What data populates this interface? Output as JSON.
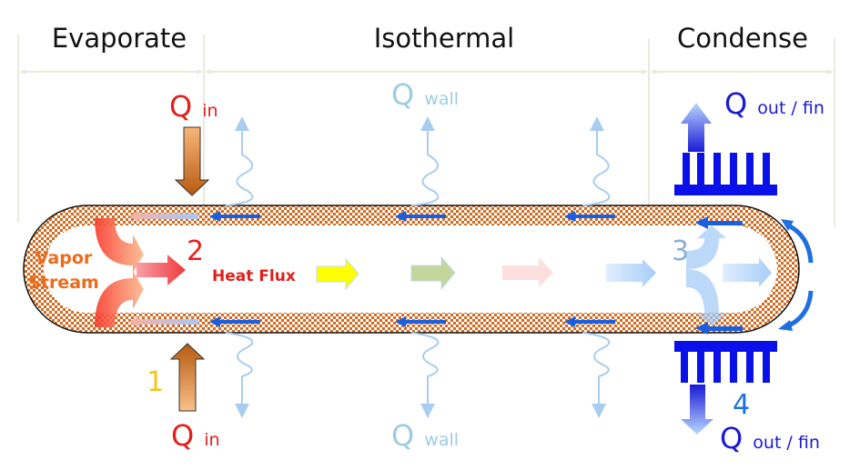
{
  "sections": [
    {
      "label": "Evaporate"
    },
    {
      "label": "Isothermal"
    },
    {
      "label": "Condense"
    }
  ],
  "labels": {
    "q_in_top": {
      "main": "Q",
      "sub": "in"
    },
    "q_in_bottom": {
      "main": "Q",
      "sub": "in"
    },
    "q_wall_top": {
      "main": "Q",
      "sub": "wall"
    },
    "q_wall_bottom": {
      "main": "Q",
      "sub": "wall"
    },
    "q_out_top": {
      "main": "Q",
      "sub": "out / fin"
    },
    "q_out_bottom": {
      "main": "Q",
      "sub": "out / fin"
    },
    "vapor_stream_line1": "Vapor",
    "vapor_stream_line2": "Stream",
    "heat_flux": "Heat Flux"
  },
  "steps": [
    "1",
    "2",
    "3",
    "4"
  ],
  "colors": {
    "q_in": "#e0201e",
    "q_wall": "#9ecde0",
    "q_out": "#1a1ad6",
    "step1": "#f5c518",
    "step2": "#e8201e",
    "step3": "#8aaedc",
    "step4": "#1f6fe0",
    "vapor_stream": "#ee6a1a",
    "heat_flux": "#e0201e",
    "wick_orange": "#d2691e",
    "liquid_return": "#1a5fe0",
    "fin_blue": "#0a10e8",
    "dimension_line": "#ece9e0"
  }
}
